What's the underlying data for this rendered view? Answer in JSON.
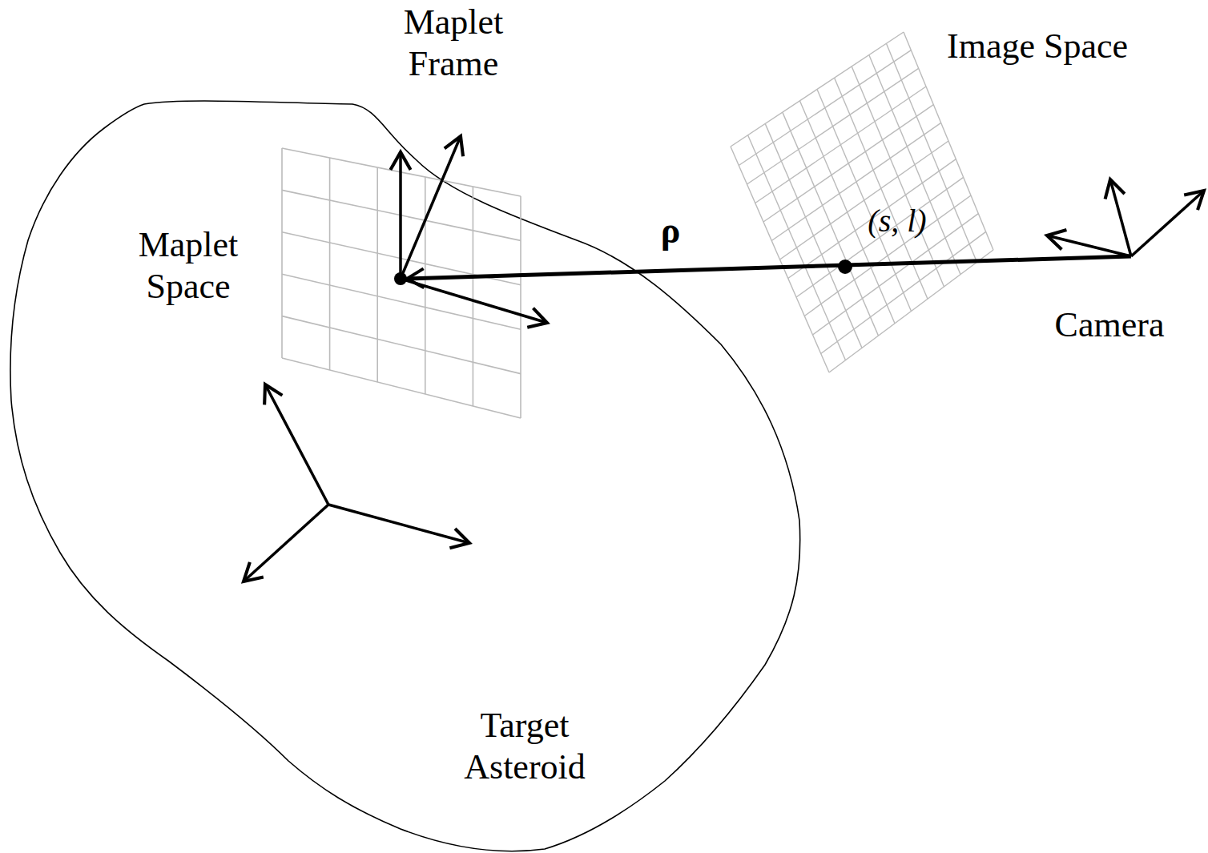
{
  "diagram": {
    "labels": [
      "Maplet Frame",
      "Image Space",
      "Maplet Space",
      "Camera",
      "Target Asteroid",
      "ρ",
      "(s, l)"
    ]
  }
}
